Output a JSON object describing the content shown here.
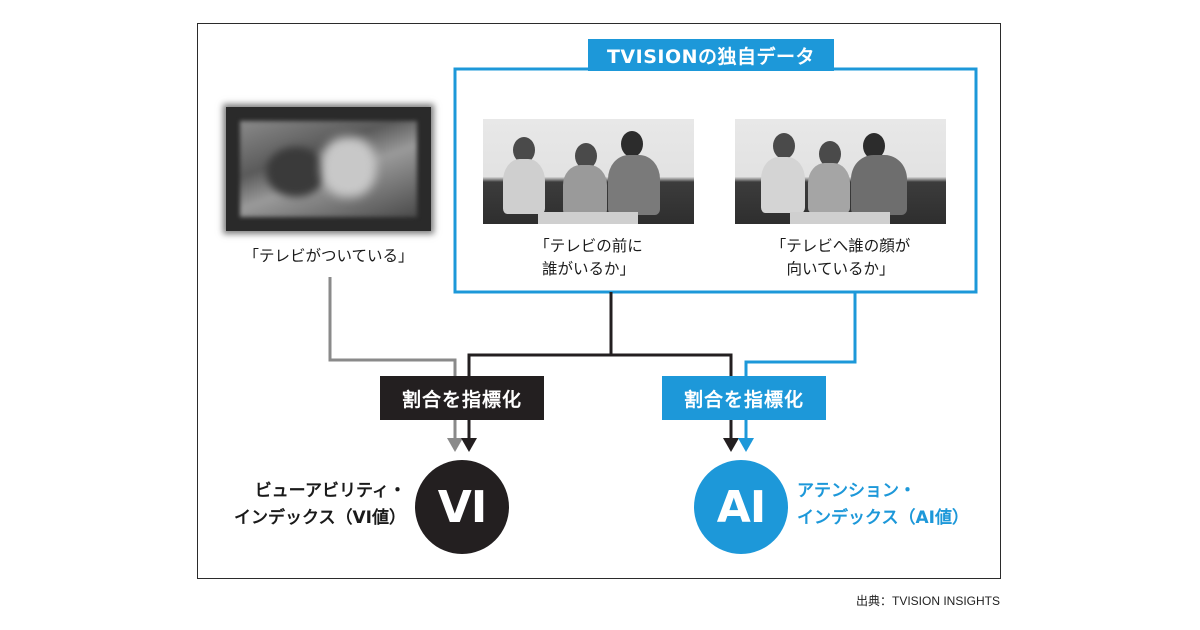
{
  "header_tag": "TVISIONの独自データ",
  "captions": {
    "tv_on": "「テレビがついている」",
    "in_front": "「テレビの前に\n誰がいるか」",
    "facing": "「テレビへ誰の顔が\n向いているか」"
  },
  "labels": {
    "left": "割合を指標化",
    "right": "割合を指標化"
  },
  "vi": {
    "symbol": "VI",
    "name": "ビューアビリティ・\nインデックス（VI値）"
  },
  "ai": {
    "symbol": "AI",
    "name": "アテンション・\nインデックス（AI値）"
  },
  "source": "出典：TVISION INSIGHTS",
  "colors": {
    "blue": "#1d98d9",
    "dark": "#231f20",
    "gray": "#8a8a8a"
  }
}
